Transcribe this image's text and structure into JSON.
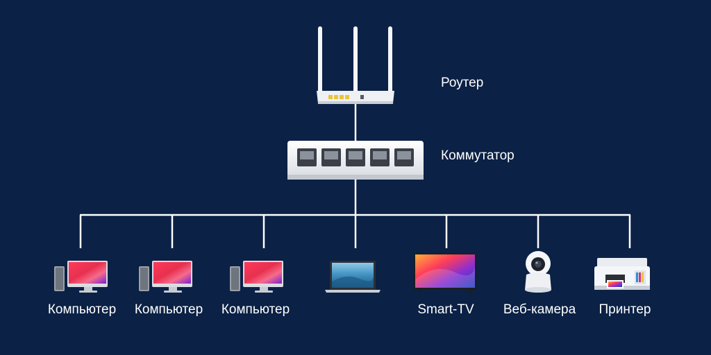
{
  "diagram": {
    "router": {
      "label": "Роутер",
      "icon": "router-icon"
    },
    "switch": {
      "label": "Коммутатор",
      "icon": "switch-icon"
    },
    "devices": [
      {
        "label": "Компьютер",
        "icon": "desktop-computer-icon"
      },
      {
        "label": "Компьютер",
        "icon": "desktop-computer-icon"
      },
      {
        "label": "Компьютер",
        "icon": "desktop-computer-icon"
      },
      {
        "label": "",
        "icon": "laptop-icon"
      },
      {
        "label": "Smart-TV",
        "icon": "smart-tv-icon"
      },
      {
        "label": "Веб-камера",
        "icon": "webcam-icon"
      },
      {
        "label": "Принтер",
        "icon": "printer-icon"
      }
    ],
    "colors": {
      "background": "#0b2145",
      "lines": "#ffffff",
      "device_body": "#f2f4f7",
      "port_accent": "#e9c43c"
    }
  }
}
